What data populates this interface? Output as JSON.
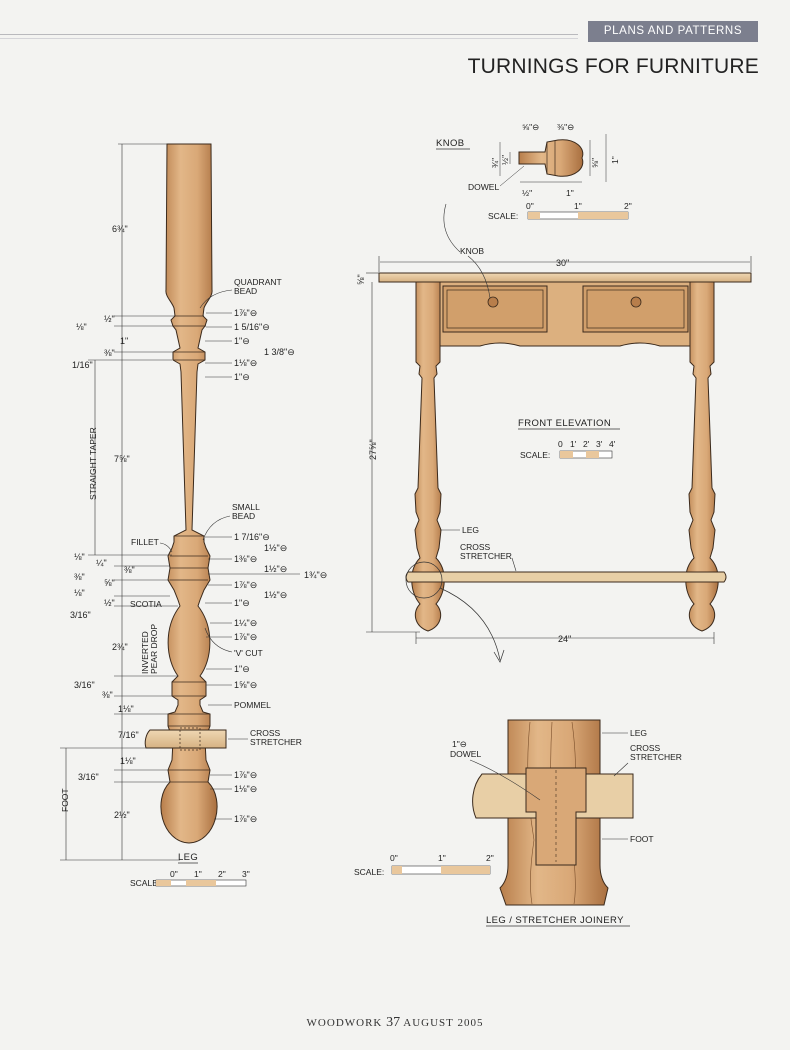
{
  "header": {
    "section_tag": "PLANS AND PATTERNS",
    "title": "TURNINGS FOR FURNITURE"
  },
  "footer": {
    "publication": "WOODWORK",
    "page_number": "37",
    "date": "AUGUST 2005"
  },
  "leg_detail": {
    "caption": "LEG",
    "scale_label": "SCALE:",
    "scale_ticks": [
      "0\"",
      "1\"",
      "2\"",
      "3\""
    ],
    "labels": {
      "quadrant_bead": [
        "QUADRANT",
        "BEAD"
      ],
      "small_bead": [
        "SMALL",
        "BEAD"
      ],
      "fillet": "FILLET",
      "scotia": "SCOTIA",
      "v_cut": "'V' CUT",
      "pommel": "POMMEL",
      "cross_stretcher": [
        "CROSS",
        "STRETCHER"
      ],
      "straight_taper": "STRAIGHT TAPER",
      "inverted_pear_drop": [
        "INVERTED",
        "PEAR DROP"
      ],
      "foot": "FOOT"
    },
    "left_dims": [
      "6¾\"",
      "½\"",
      "⅛\"",
      "1\"",
      "⅜\"",
      "1/16\"",
      "7⅝\"",
      "⅛\"",
      "¼\"",
      "⅜\"",
      "⅝\"",
      "⅛\"",
      "½\"",
      "⅜\"",
      "3/16\"",
      "2¾\"",
      "3/16\"",
      "⅜\"",
      "1⅛\"",
      "7/16\"",
      "1⅛\"",
      "3/16\"",
      "2½\""
    ],
    "right_dims": [
      "1⅞\"⊖",
      "1 5/16\"⊖",
      "1\"⊖",
      "1 3/8\"⊖",
      "1⅛\"⊖",
      "1\"⊖",
      "1 7/16\"⊖",
      "1½\"⊖",
      "1⅜\"⊖",
      "1½\"⊖",
      "1¾\"⊖",
      "1⅞\"⊖",
      "1½\"⊖",
      "1\"⊖",
      "1¼\"⊖",
      "1⅞\"⊖",
      "1\"⊖",
      "1⅝\"⊖",
      "1⅞\"⊖",
      "1⅛\"⊖",
      "1⅞\"⊖"
    ]
  },
  "knob_detail": {
    "caption": "KNOB",
    "dowel_label": "DOWEL",
    "dims": [
      "⅝\"⊖",
      "⅜\"⊖",
      "¾\"",
      "½\"",
      "⅝\"",
      "1\"",
      "½\"",
      "1\""
    ],
    "scale_label": "SCALE:",
    "scale_ticks": [
      "0\"",
      "1\"",
      "2\""
    ]
  },
  "front_elevation": {
    "caption": "FRONT ELEVATION",
    "knob_label": "KNOB",
    "leg_label": "LEG",
    "cross_stretcher_label": [
      "CROSS",
      "STRETCHER"
    ],
    "width_dim": "30\"",
    "top_thickness_dim": "⅝\"",
    "height_dim": "27⅝\"",
    "leg_spread_dim": "24\"",
    "scale_label": "SCALE:",
    "scale_ticks": [
      "0",
      "1'",
      "2'",
      "3'",
      "4'"
    ]
  },
  "joinery": {
    "caption": "LEG / STRETCHER JOINERY",
    "dowel_label": [
      "1\"⊖",
      "DOWEL"
    ],
    "leg_label": "LEG",
    "cross_stretcher_label": [
      "CROSS",
      "STRETCHER"
    ],
    "foot_label": "FOOT",
    "scale_label": "SCALE:",
    "scale_ticks": [
      "0\"",
      "1\"",
      "2\""
    ]
  },
  "colors": {
    "wood": "#d9a877",
    "wood_dark": "#b87e4b",
    "wood_light": "#e9c79c",
    "stretcher": "#e8cfa6",
    "ink": "#222222",
    "tag_bg": "#7c7f8e"
  }
}
